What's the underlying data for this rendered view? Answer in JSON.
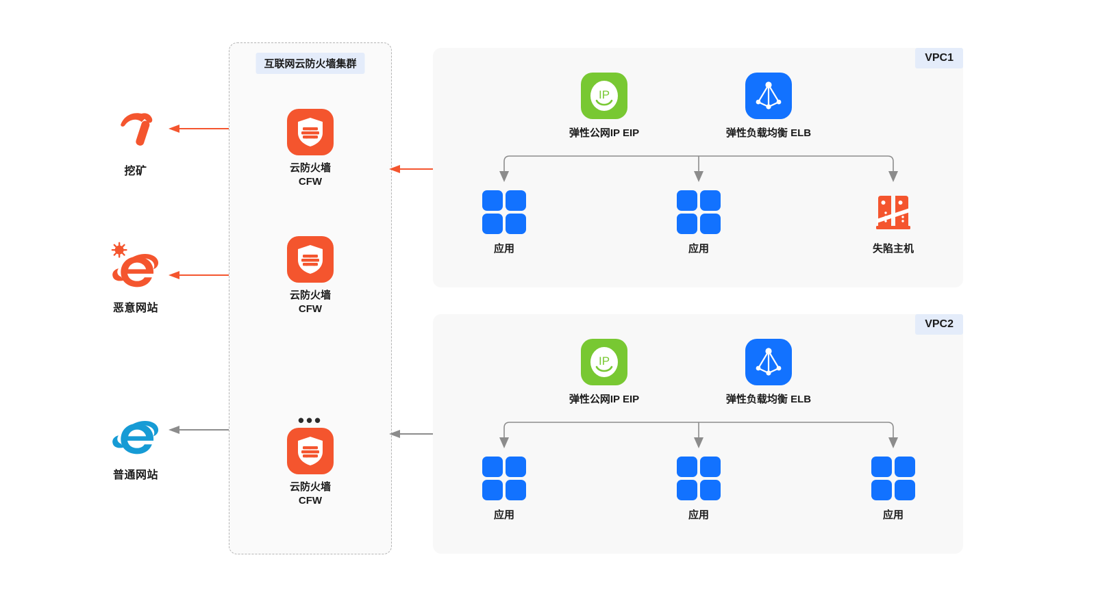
{
  "colors": {
    "threat_orange": "#f4552e",
    "normal_blue": "#169bd5",
    "app_blue": "#1272ff",
    "eip_green": "#78c832",
    "badge_bg": "#e4ecfa",
    "panel_bg": "#f8f8f8",
    "connector_gray": "#8c8c8c"
  },
  "threats": [
    {
      "id": "mining",
      "label": "挖矿",
      "icon": "pickaxe-icon",
      "arrow_color": "#f4552e"
    },
    {
      "id": "malicious-site",
      "label": "恶意网站",
      "icon": "malicious-browser-icon",
      "arrow_color": "#f4552e"
    },
    {
      "id": "normal-site",
      "label": "普通网站",
      "icon": "browser-icon",
      "arrow_color": "#8c8c8c"
    }
  ],
  "cfw_cluster": {
    "title": "互联网云防火墙集群",
    "ellipsis": "•••",
    "nodes": [
      {
        "label_line1": "云防火墙",
        "label_line2": "CFW",
        "icon": "firewall-shield-icon"
      },
      {
        "label_line1": "云防火墙",
        "label_line2": "CFW",
        "icon": "firewall-shield-icon"
      },
      {
        "label_line1": "云防火墙",
        "label_line2": "CFW",
        "icon": "firewall-shield-icon"
      }
    ]
  },
  "vpcs": [
    {
      "badge": "VPC1",
      "arrow_color": "#f4552e",
      "services": [
        {
          "label": "弹性公网IP EIP",
          "icon": "eip-icon"
        },
        {
          "label": "弹性负载均衡 ELB",
          "icon": "elb-icon"
        }
      ],
      "nodes": [
        {
          "label": "应用",
          "icon": "application-icon"
        },
        {
          "label": "应用",
          "icon": "application-icon"
        },
        {
          "label": "失陷主机",
          "icon": "compromised-host-icon"
        }
      ]
    },
    {
      "badge": "VPC2",
      "arrow_color": "#8c8c8c",
      "services": [
        {
          "label": "弹性公网IP EIP",
          "icon": "eip-icon"
        },
        {
          "label": "弹性负载均衡 ELB",
          "icon": "elb-icon"
        }
      ],
      "nodes": [
        {
          "label": "应用",
          "icon": "application-icon"
        },
        {
          "label": "应用",
          "icon": "application-icon"
        },
        {
          "label": "应用",
          "icon": "application-icon"
        }
      ]
    }
  ]
}
